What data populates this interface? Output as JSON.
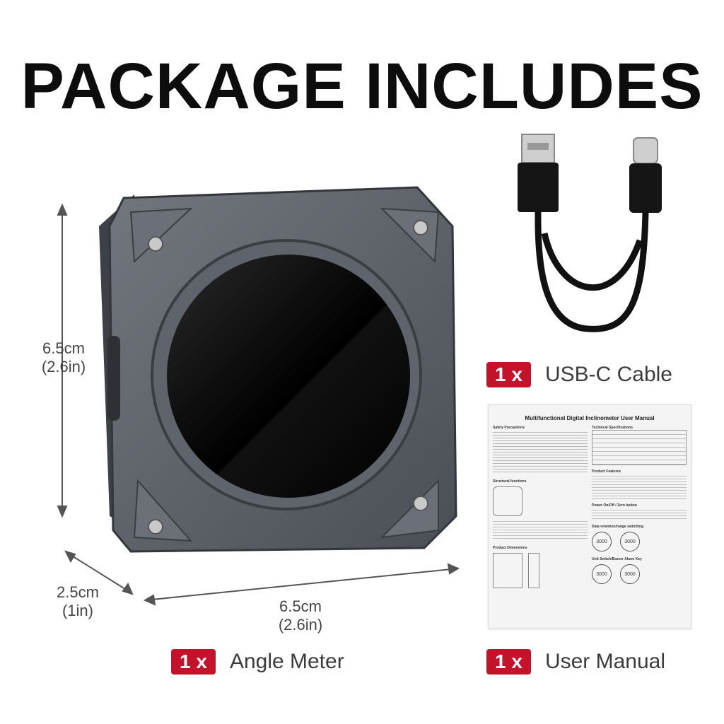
{
  "title": "PACKAGE INCLUDES",
  "dimensions": {
    "height_cm": "6.5cm",
    "height_in": "(2.6in)",
    "width_cm": "6.5cm",
    "width_in": "(2.6in)",
    "depth_cm": "2.5cm",
    "depth_in": "(1in)"
  },
  "items": [
    {
      "qty": "1 x",
      "label": "Angle Meter"
    },
    {
      "qty": "1 x",
      "label": "USB-C Cable"
    },
    {
      "qty": "1 x",
      "label": "User Manual"
    }
  ],
  "manual": {
    "heading": "Multifunctional Digital Inclinometer User Manual",
    "sections": [
      "Safety Precautions",
      "Technical Specifications",
      "Product Features",
      "Structural functions",
      "Power On/Off / Zero button",
      "Data retention/range switching",
      "Product Dimensions",
      "Unit Switch/Buzzer Alarm Key"
    ],
    "readout": "3000"
  },
  "colors": {
    "badge": "#c3122a",
    "device_body": "#5c6068",
    "screen": "#050505"
  }
}
